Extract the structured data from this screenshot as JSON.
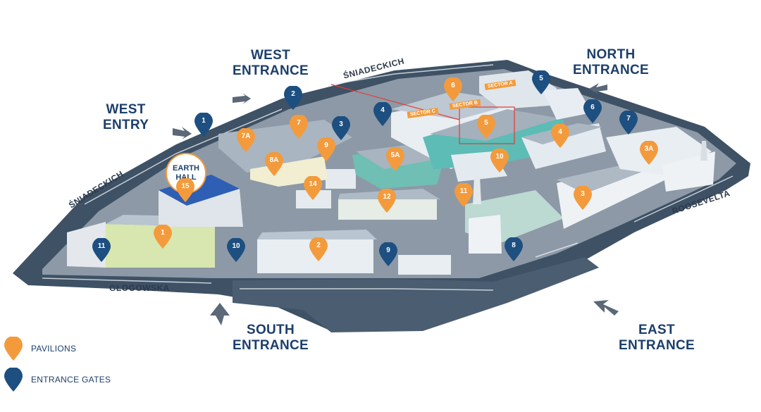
{
  "colors": {
    "pavilion": "#f39b3c",
    "gate": "#1d4f80",
    "road": "#3e5165",
    "ground": "#8d99a6",
    "title": "#1c3f6b"
  },
  "entrances": {
    "west_entrance": "WEST\nENTRANCE",
    "west_entry": "WEST\nENTRY",
    "north_entrance": "NORTH\nENTRANCE",
    "south_entrance": "SOUTH\nENTRANCE",
    "east_entrance": "EAST\nENTRANCE"
  },
  "streets": {
    "sniadeckich_top": "ŚNIADECKICH",
    "sniadeckich_left": "ŚNIADECKICH",
    "glogowska": "GŁOGOWSKA",
    "roosevelta": "ROOSEVELTA"
  },
  "earth_hall": "EARTH\nHALL",
  "sectors": [
    "SECTOR A",
    "SECTOR B",
    "SECTOR C"
  ],
  "pavilions": [
    "1",
    "2",
    "3",
    "3A",
    "4",
    "5",
    "5A",
    "6",
    "7",
    "7A",
    "8A",
    "9",
    "10",
    "11",
    "12",
    "14",
    "15"
  ],
  "gates": [
    "1",
    "2",
    "3",
    "4",
    "5",
    "6",
    "7",
    "8",
    "9",
    "10",
    "11"
  ],
  "legend": {
    "pavilions": "PAVILIONS",
    "gates": "ENTRANCE GATES"
  }
}
